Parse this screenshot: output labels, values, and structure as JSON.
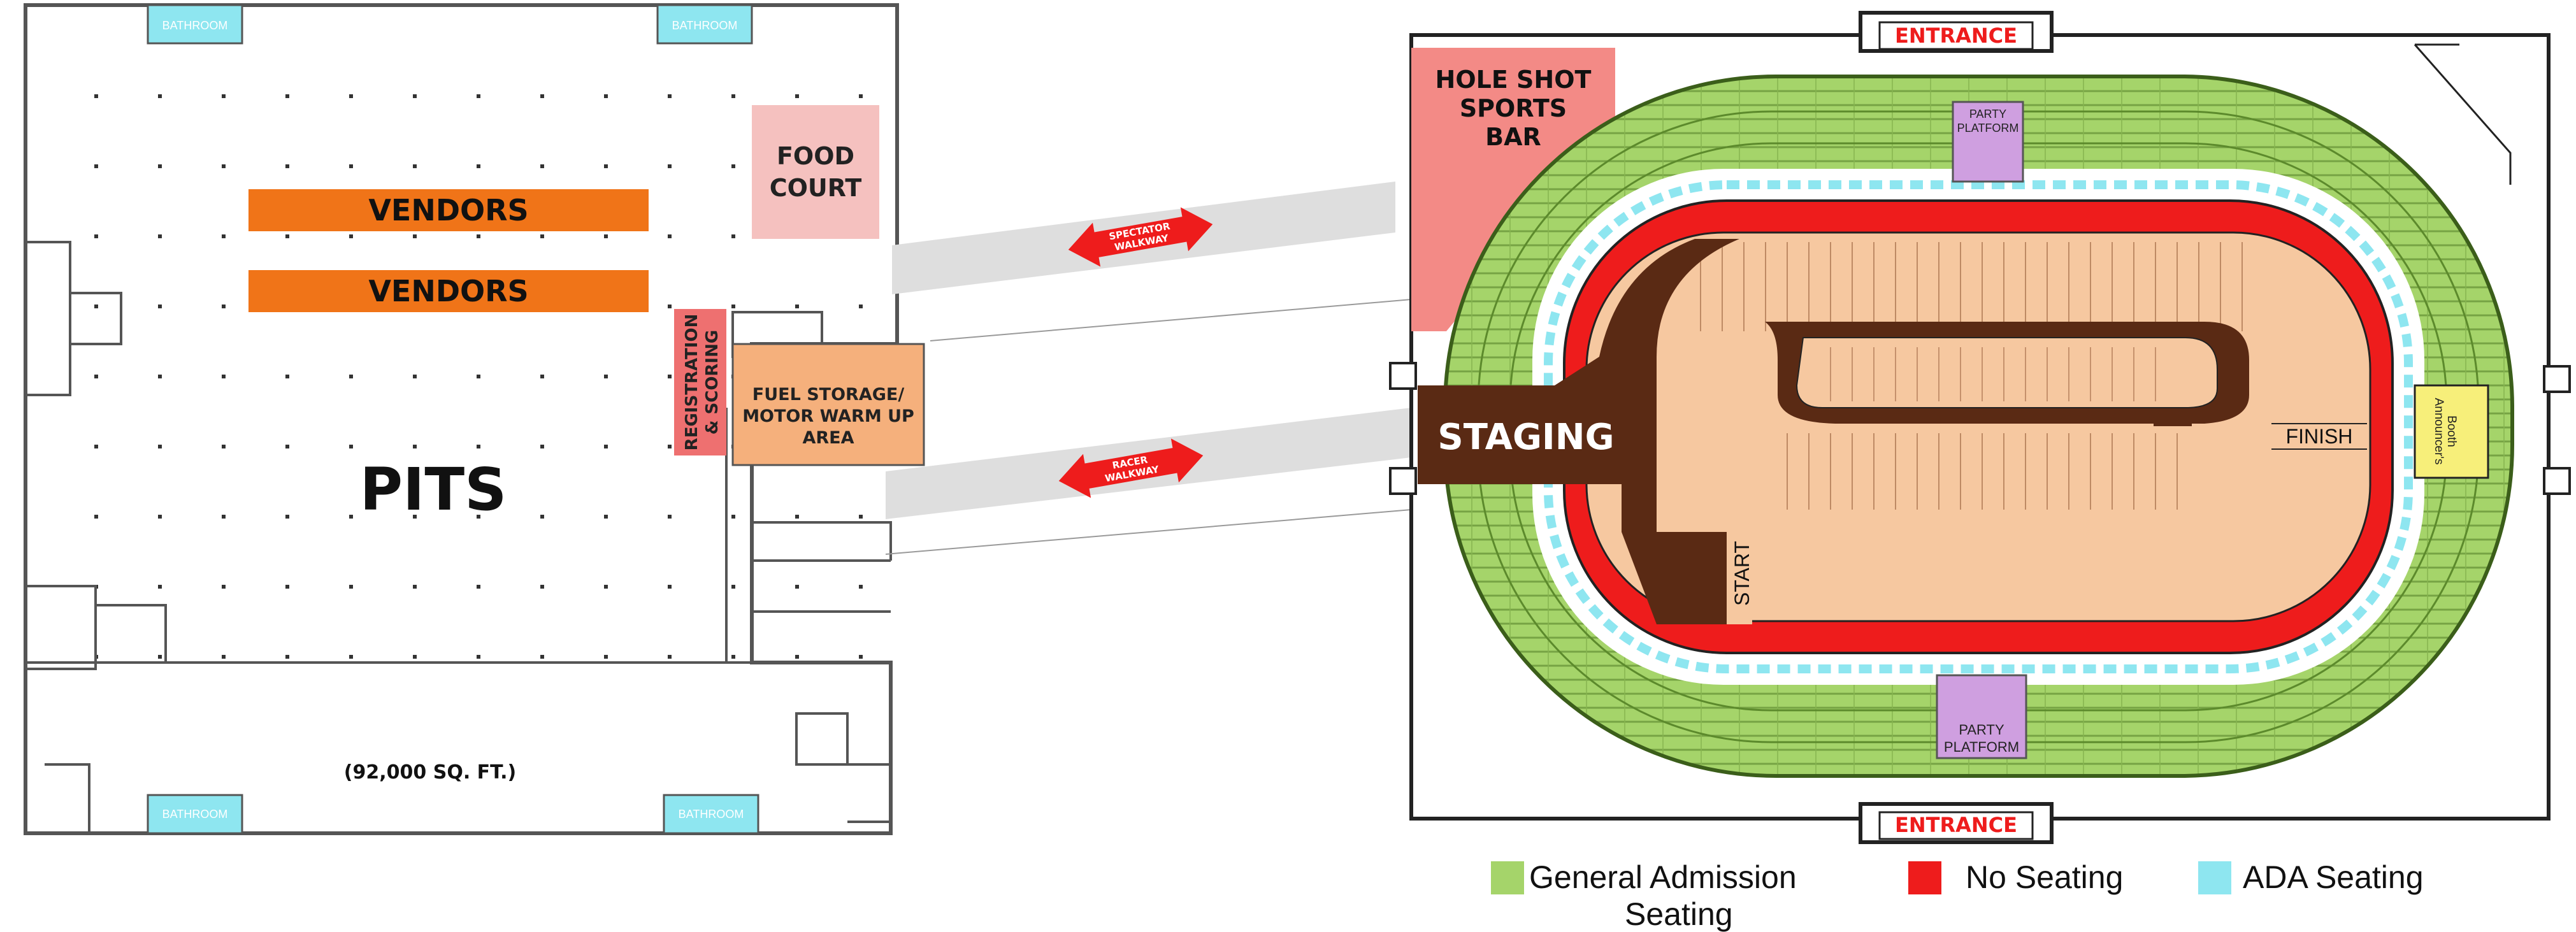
{
  "colors": {
    "general_admission": "#a5d46a",
    "no_seating": "#ee1c1c",
    "ada": "#8ee6f0",
    "vendors": "#f07418",
    "food_court": "#f5c1bf",
    "registration": "#ee7070",
    "fuel": "#f5b07c",
    "walkway": "#dedede",
    "arrow": "#ee1c1c",
    "track": "#f6c8a0",
    "staging": "#5a2a14",
    "party": "#cf9fe0",
    "booth": "#f7ef7a",
    "hole_shot": "#f38a86",
    "bathroom": "#8ee6f0"
  },
  "pits": {
    "title": "PITS",
    "area": "(92,000 SQ. FT.)",
    "vendors_1": "VENDORS",
    "vendors_2": "VENDORS",
    "food_court_line1": "FOOD",
    "food_court_line2": "COURT",
    "registration_line1": "REGISTRATION",
    "registration_line2": "& SCORING",
    "fuel_line1": "FUEL STORAGE/",
    "fuel_line2": "MOTOR WARM UP",
    "fuel_line3": "AREA",
    "bathroom_tl": "BATHROOM",
    "bathroom_tr": "BATHROOM",
    "bathroom_bl": "BATHROOM",
    "bathroom_br": "BATHROOM"
  },
  "walkways": {
    "spectator_line1": "SPECTATOR",
    "spectator_line2": "WALKWAY",
    "racer_line1": "RACER",
    "racer_line2": "WALKWAY"
  },
  "arena": {
    "entrance_top": "ENTRANCE",
    "entrance_bottom": "ENTRANCE",
    "hole_shot_line1": "HOLE SHOT",
    "hole_shot_line2": "SPORTS",
    "hole_shot_line3": "BAR",
    "party_top_line1": "PARTY",
    "party_top_line2": "PLATFORM",
    "party_bottom_line1": "PARTY",
    "party_bottom_line2": "PLATFORM",
    "staging": "STAGING",
    "finish": "FINISH",
    "start": "START",
    "booth_line1": "Announcer's",
    "booth_line2": "Booth"
  },
  "legend": {
    "ga_line1": "General Admission",
    "ga_line2": "Seating",
    "no_seating": "No Seating",
    "ada": "ADA Seating"
  }
}
